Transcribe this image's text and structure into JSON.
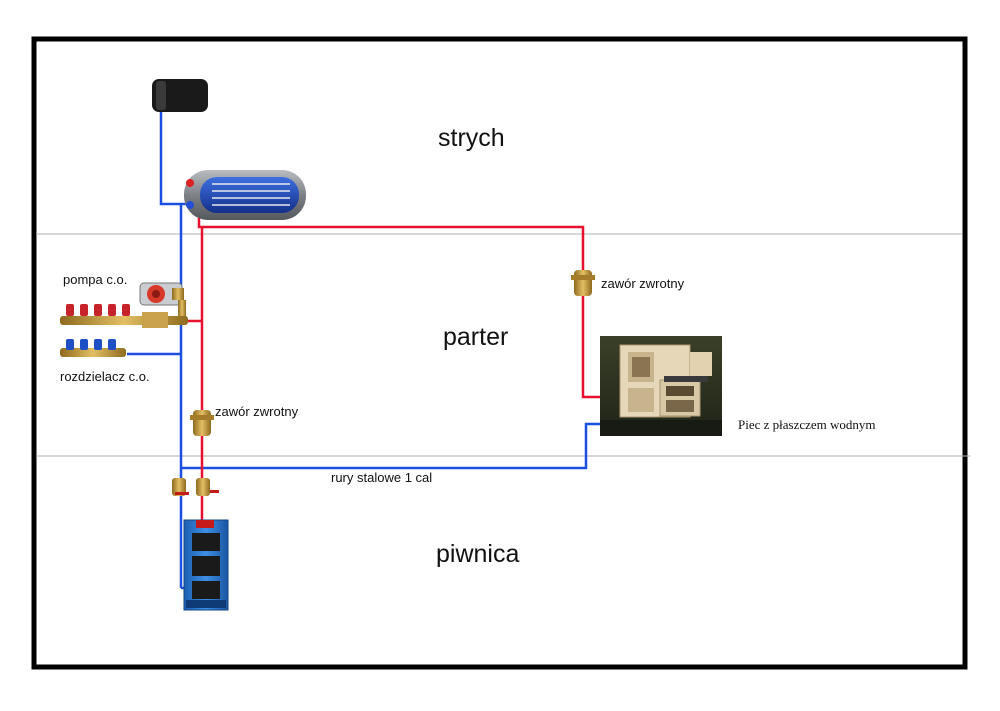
{
  "floors": {
    "attic": "strych",
    "ground": "parter",
    "basement": "piwnica"
  },
  "labels": {
    "pump": "pompa c.o.",
    "manifold": "rozdzielacz c.o.",
    "check_valve_right": "zawór zwrotny",
    "check_valve_left": "zawór zwrotny",
    "stove": "Piec z płaszczem wodnym",
    "pipes": "rury stalowe 1 cal"
  },
  "colors": {
    "frame": "#000000",
    "floor_divider": "#b0b0b0",
    "supply_pipe": "#e8102e",
    "return_pipe": "#1a4fe0",
    "boiler_body": "#2f7fd6",
    "tank_shell": "#8a8d92",
    "tank_core": "#1f47b8",
    "expansion_tank": "#1a1a1a",
    "valve_brass": "#c49a3a",
    "stove_body": "#e6d7b8"
  }
}
